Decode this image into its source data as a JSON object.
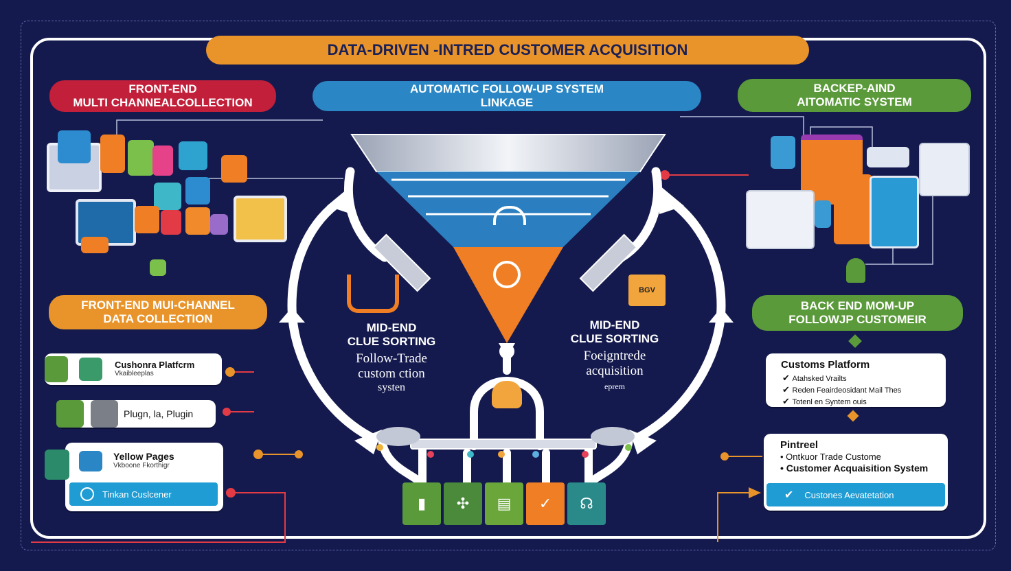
{
  "title": "DATA-DRIVEN -INTRED CUSTOMER ACQUISITION",
  "colors": {
    "background": "#141a4e",
    "orange": "#e8942a",
    "red": "#c2203a",
    "blue": "#2a86c4",
    "green": "#5a9a3a",
    "funnel_top": "#2b7fc0",
    "funnel_bottom": "#ef7e24"
  },
  "top_left_pill": {
    "line1": "FRONT-END",
    "line2": "MULTI CHANNEALCOLLECTION"
  },
  "top_center_pill": {
    "line1": "AUTOMATIC FOLLOW-UP SYSTEM",
    "line2": "LINKAGE"
  },
  "top_right_pill": {
    "line1": "BACKEP-AIND",
    "line2": "AITOMATIC SYSTEM"
  },
  "left_mid_pill": {
    "line1": "FRONT-END MUI-CHANNEL",
    "line2": "DATA COLLECTION"
  },
  "right_mid_pill": {
    "line1": "BACK END MOM-UP",
    "line2": "FOLLOWJP CUSTOMEIR"
  },
  "left_cards": {
    "card1": {
      "title": "Cushonra Platfcrm",
      "subtitle": "Vkaibleeplas"
    },
    "card2": {
      "title": "Plugn, la, Plugin"
    },
    "card3": {
      "title": "Yellow Pages",
      "subtitle": "Vkboone Fkorthigr",
      "button": "Tinkan Cuslcener"
    }
  },
  "mid_left_text": {
    "heading1": "MID-END",
    "heading2": "CLUE SORTING",
    "body1": "Follow-Trade",
    "body2": "custom ction",
    "body3": "systen"
  },
  "mid_right_text": {
    "heading1": "MID-END",
    "heading2": "CLUE SORTING",
    "body1": "Foeigntrede",
    "body2": "acquisition",
    "body3": "eprem"
  },
  "bgv_icon_text": "BGV",
  "right_card1": {
    "title": "Customs Platform",
    "items": [
      "Atahsked Vrailts",
      "Reden Feairdeosidant Mail Thes",
      "Totenl en Syntem ouis"
    ]
  },
  "right_card2": {
    "title": "Pintreel",
    "items": [
      "Ontkuor Trade Custome",
      "Customer Acquaisition System"
    ],
    "button": "Custones Aevatetation"
  },
  "icons": [
    "funnel-wifi-icon",
    "funnel-gear-icon",
    "robot-icon",
    "shopping-bag-icon",
    "monitor-icon",
    "check-icon",
    "thumbs-icon"
  ]
}
